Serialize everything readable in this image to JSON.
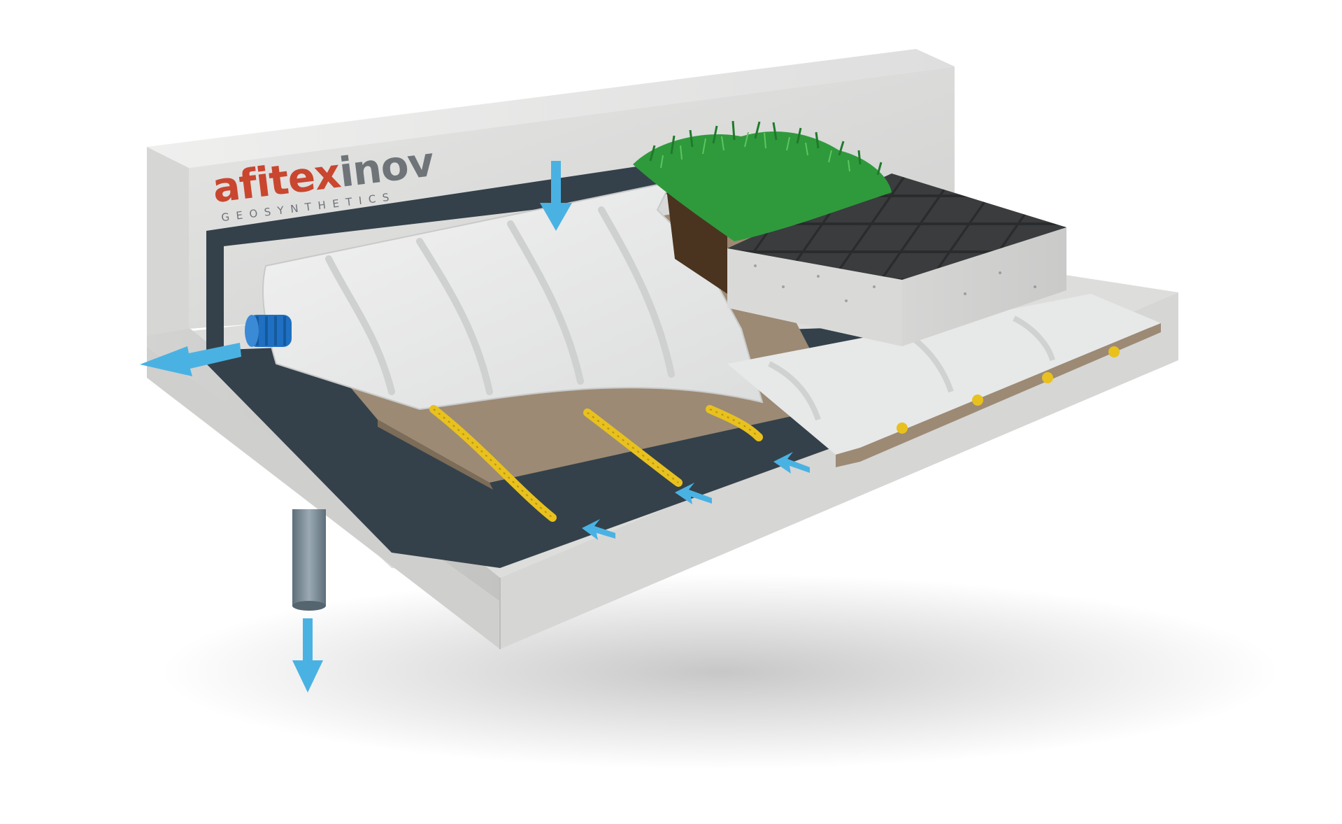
{
  "brand": {
    "name_part1": "afitex",
    "name_part2": "inov",
    "tagline": "GEOSYNTHETICS",
    "color_primary": "#c9462f",
    "color_secondary": "#6e7478"
  },
  "colors": {
    "concrete": "#dcdcdb",
    "membrane": "#34414a",
    "geotextile": "#e9eaea",
    "geocomposite_core": "#9c8a74",
    "drain_pipe": "#e8c11e",
    "outlet_pipe": "#1f6fc2",
    "flow_arrow": "#4ab2e3",
    "grass": "#2f9a3c",
    "soil": "#4a3420",
    "paving": "#3a3c3e",
    "downpipe": "#7b8b96"
  },
  "icons": {
    "flow": "arrow-icon",
    "outlet": "drain-outlet-icon",
    "downpipe": "downpipe-icon"
  }
}
